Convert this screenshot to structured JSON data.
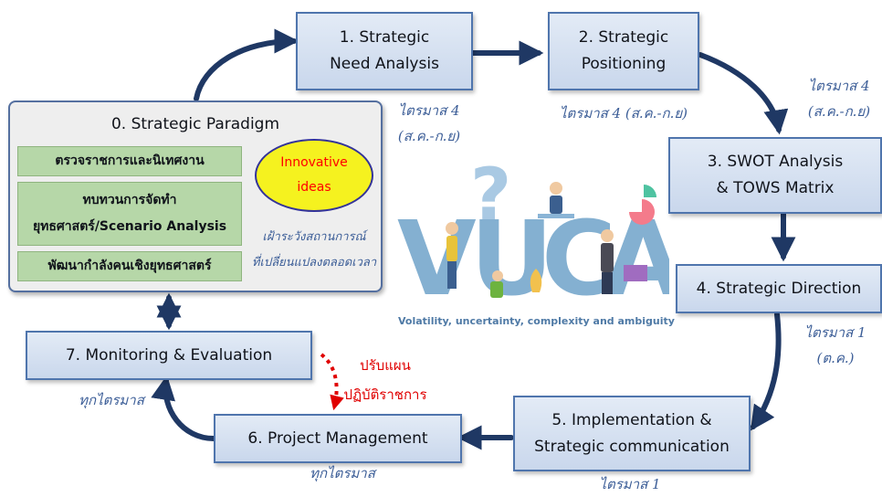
{
  "steps": {
    "s1": {
      "lines": [
        "1. Strategic",
        "Need Analysis"
      ],
      "note": [
        "ไตรมาส 4",
        "(ส.ค.-ก.ย)"
      ]
    },
    "s2": {
      "lines": [
        "2. Strategic",
        "Positioning"
      ],
      "note": [
        "ไตรมาส 4 (ส.ค.-ก.ย)"
      ]
    },
    "s3": {
      "lines": [
        "3. SWOT Analysis",
        "& TOWS Matrix"
      ],
      "note": [
        "ไตรมาส 4",
        "(ส.ค.-ก.ย)"
      ]
    },
    "s4": {
      "lines": [
        "4. Strategic Direction"
      ],
      "note": [
        "ไตรมาส 1",
        "(ต.ค.)"
      ]
    },
    "s5": {
      "lines": [
        "5. Implementation &",
        "Strategic communication"
      ],
      "note": [
        "ไตรมาส 1"
      ]
    },
    "s6": {
      "lines": [
        "6. Project Management"
      ],
      "note": [
        "ทุกไตรมาส"
      ]
    },
    "s7": {
      "lines": [
        "7. Monitoring & Evaluation"
      ],
      "note": [
        "ทุกไตรมาส"
      ]
    }
  },
  "paradigm": {
    "title": "0. Strategic Paradigm",
    "items": [
      {
        "lines": [
          "ตรวจราชการและนิเทศงาน"
        ]
      },
      {
        "lines": [
          "ทบทวนการจัดทำ",
          "ยุทธศาสตร์/Scenario Analysis"
        ]
      },
      {
        "lines": [
          "พัฒนากำลังคนเชิงยุทธศาสตร์"
        ]
      }
    ],
    "innovation": [
      "Innovative",
      "ideas"
    ],
    "watch": [
      "เฝ้าระวังสถานการณ์",
      "ที่เปลี่ยนแปลงตลอดเวลา"
    ]
  },
  "revise": [
    "ปรับแผน",
    "ปฏิบัติราชการ"
  ],
  "vuca": {
    "letters": [
      "V",
      "U",
      "C",
      "A"
    ],
    "question": "?",
    "caption": "Volatility, uncertainty, complexity and ambiguity"
  },
  "colors": {
    "box_fill": "#dce6f4",
    "box_border": "#4f75ad",
    "arrow": "#1f3864",
    "note_text": "#3b5d97",
    "green_fill": "#b6d7a8",
    "ellipse_fill": "#f5f21f",
    "ellipse_text": "#ff0000",
    "revise_text": "#e00000",
    "vuca_blue": "#6fa3c9"
  }
}
